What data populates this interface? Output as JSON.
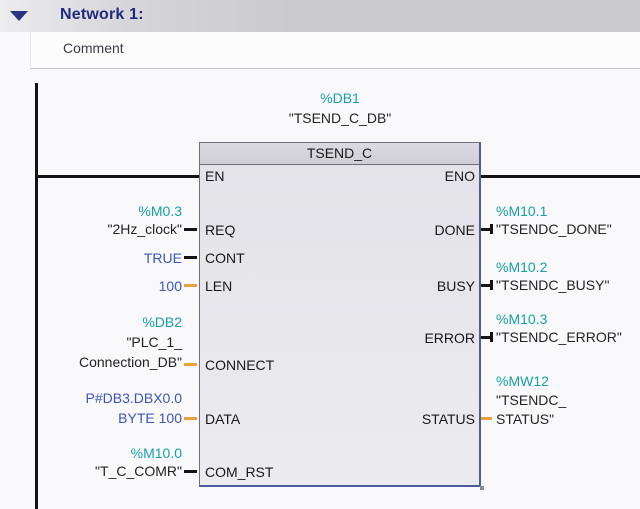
{
  "network": {
    "title": "Network 1:",
    "comment_placeholder": "Comment"
  },
  "block": {
    "db_address": "%DB1",
    "db_name": "\"TSEND_C_DB\"",
    "title": "TSEND_C",
    "left_ports": [
      "EN",
      "REQ",
      "CONT",
      "LEN",
      "CONNECT",
      "DATA",
      "COM_RST"
    ],
    "right_ports": [
      "ENO",
      "DONE",
      "BUSY",
      "ERROR",
      "STATUS"
    ]
  },
  "operands": {
    "req": {
      "address": "%M0.3",
      "name": "\"2Hz_clock\""
    },
    "cont": {
      "value": "TRUE"
    },
    "len": {
      "value": "100"
    },
    "connect": {
      "address": "%DB2",
      "name_line1": "\"PLC_1_",
      "name_line2": "Connection_DB\""
    },
    "data": {
      "pointer_line1": "P#DB3.DBX0.0",
      "pointer_line2": "BYTE 100"
    },
    "com_rst": {
      "address": "%M10.0",
      "name": "\"T_C_COMR\""
    },
    "done": {
      "address": "%M10.1",
      "name": "\"TSENDC_DONE\""
    },
    "busy": {
      "address": "%M10.2",
      "name": "\"TSENDC_BUSY\""
    },
    "error": {
      "address": "%M10.3",
      "name": "\"TSENDC_ERROR\""
    },
    "status": {
      "address": "%MW12",
      "name_line1": "\"TSENDC_",
      "name_line2": "STATUS\""
    }
  },
  "colors": {
    "address_teal": "#16a0a4",
    "constant_blue": "#3d55b8",
    "operand_orange": "#e9a23b",
    "wire_black": "#141414",
    "network_title_navy": "#1e2b7d",
    "block_border_blue": "#4d5c9f",
    "titlebar_gray": "#cbcbcf"
  }
}
